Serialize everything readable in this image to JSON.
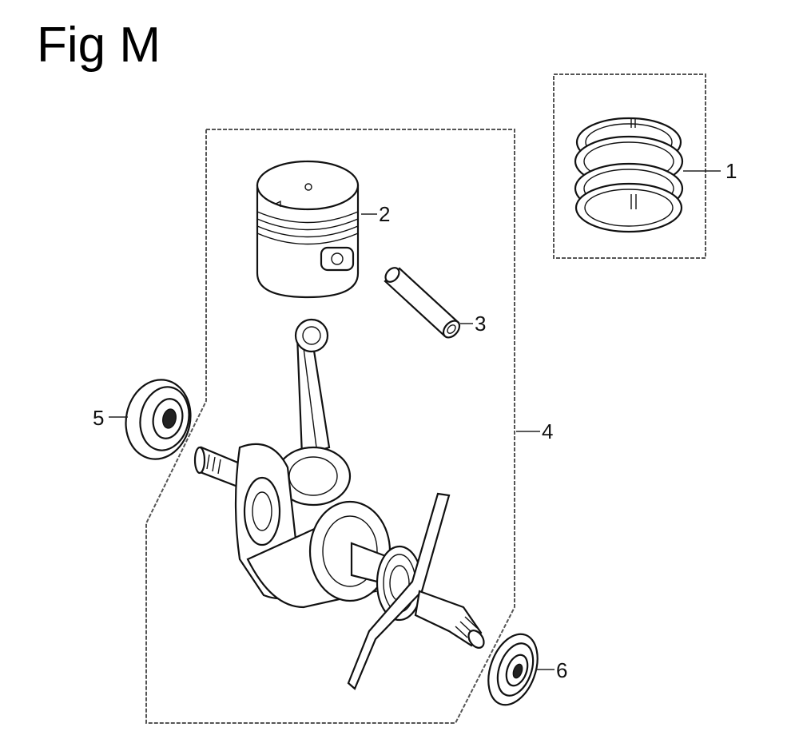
{
  "figure": {
    "title": "Fig M"
  },
  "callouts": [
    {
      "id": "1",
      "label": "1",
      "part": "piston-ring-set"
    },
    {
      "id": "2",
      "label": "2",
      "part": "piston"
    },
    {
      "id": "3",
      "label": "3",
      "part": "piston-pin"
    },
    {
      "id": "4",
      "label": "4",
      "part": "crankshaft-assembly"
    },
    {
      "id": "5",
      "label": "5",
      "part": "oil-seal-left"
    },
    {
      "id": "6",
      "label": "6",
      "part": "oil-seal-right"
    }
  ],
  "colors": {
    "line": "#111111",
    "frame": "#555555",
    "background": "#ffffff"
  }
}
